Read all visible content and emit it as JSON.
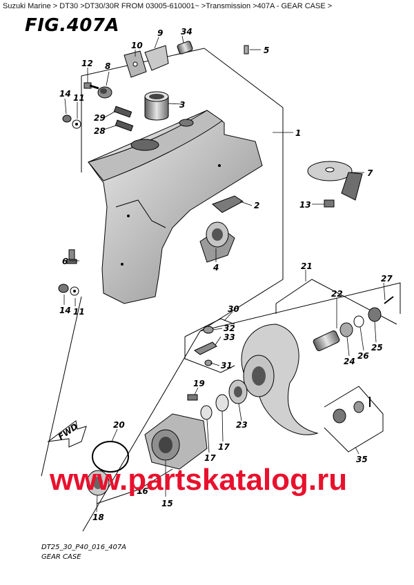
{
  "breadcrumb": [
    "Suzuki Marine",
    "DT30",
    "DT30/30R FROM 03005-610001~",
    "Transmission",
    "407A - GEAR CASE"
  ],
  "figure_title": "FIG.407A",
  "fwd_label": "FWD",
  "watermark": "www.partskatalog.ru",
  "caption": {
    "code": "DT25_30_P40_016_407A",
    "name": "GEAR CASE"
  },
  "callouts": {
    "c1": "1",
    "c2": "2",
    "c3": "3",
    "c4": "4",
    "c5": "5",
    "c6": "6",
    "c7": "7",
    "c8": "8",
    "c9": "9",
    "c10": "10",
    "c11a": "11",
    "c11b": "11",
    "c12": "12",
    "c13": "13",
    "c14a": "14",
    "c14b": "14",
    "c15": "15",
    "c16": "16",
    "c17a": "17",
    "c17b": "17",
    "c18": "18",
    "c19": "19",
    "c20": "20",
    "c21": "21",
    "c22": "22",
    "c23": "23",
    "c24": "24",
    "c25": "25",
    "c26": "26",
    "c27": "27",
    "c28": "28",
    "c29": "29",
    "c30": "30",
    "c31": "31",
    "c32": "32",
    "c33": "33",
    "c34": "34",
    "c35": "35"
  },
  "colors": {
    "watermark": "#e8112d",
    "line": "#000000",
    "part_fill": "#c8c8c8",
    "part_dark": "#6e6e6e"
  }
}
